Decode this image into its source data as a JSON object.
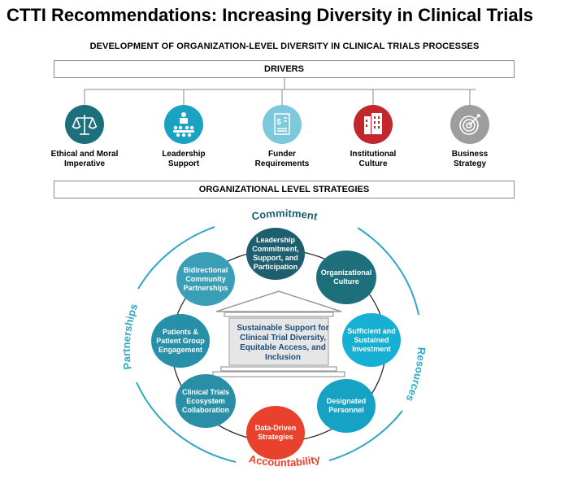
{
  "title": "CTTI Recommendations: Increasing Diversity in Clinical Trials",
  "subtitle": "DEVELOPMENT OF ORGANIZATION-LEVEL DIVERSITY IN CLINICAL TRIALS PROCESSES",
  "drivers": {
    "header": "DRIVERS",
    "items": [
      {
        "label_line1": "Ethical and Moral",
        "label_line2": "Imperative",
        "icon": "scales-of-justice-icon",
        "color": "#1d6f7c"
      },
      {
        "label_line1": "Leadership",
        "label_line2": "Support",
        "icon": "podium-audience-icon",
        "color": "#1aa2c2"
      },
      {
        "label_line1": "Funder",
        "label_line2": "Requirements",
        "icon": "money-document-icon",
        "color": "#7cc9dc"
      },
      {
        "label_line1": "Institutional",
        "label_line2": "Culture",
        "icon": "building-icon",
        "color": "#c1272d"
      },
      {
        "label_line1": "Business",
        "label_line2": "Strategy",
        "icon": "target-icon",
        "color": "#9d9d9d"
      }
    ]
  },
  "strategies": {
    "header": "ORGANIZATIONAL LEVEL STRATEGIES",
    "center": "Sustainable Support for Clinical Trial Diversity, Equitable Access, and Inclusion",
    "arc_labels": {
      "top": "Commitment",
      "right": "Resources",
      "bottom": "Accountability",
      "left": "Partnerships"
    },
    "nodes": [
      {
        "text": "Leadership Commitment, Support, and Participation",
        "color": "#1d5e6f"
      },
      {
        "text": "Organizational Culture",
        "color": "#1d6f7c"
      },
      {
        "text": "Sufficient and Sustained Investment",
        "color": "#16b0d4"
      },
      {
        "text": "Designated Personnel",
        "color": "#16a2c4"
      },
      {
        "text": "Data-Driven Strategies",
        "color": "#e8412c"
      },
      {
        "text": "Clinical Trials Ecosystem Collaboration",
        "color": "#2a8fa6"
      },
      {
        "text": "Patients & Patient Group Engagement",
        "color": "#2790a8"
      },
      {
        "text": "Bidirectional Community Partnerships",
        "color": "#3a9fb6"
      }
    ]
  },
  "colors": {
    "teal_dark": "#1d5e6f",
    "arc": "#2fa7c6",
    "accountability": "#e8412c",
    "commitment": "#1d5e6f"
  }
}
